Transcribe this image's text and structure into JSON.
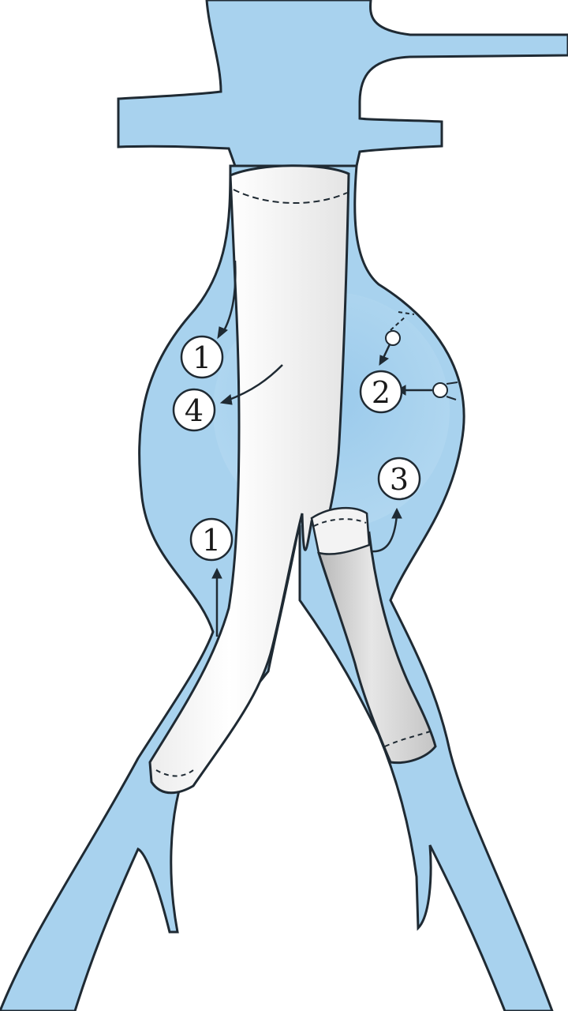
{
  "colors": {
    "vessel": "#a8d2ee",
    "vessel_dark": "#7fb8e3",
    "outline": "#1f2a33",
    "graft": "#f7f7f7",
    "graft_shadow": "#dcdcdc",
    "limb": "#cfcfcf",
    "background": "#ffffff"
  },
  "labels": [
    {
      "id": "label-1-upper",
      "text": "1"
    },
    {
      "id": "label-4",
      "text": "4"
    },
    {
      "id": "label-2",
      "text": "2"
    },
    {
      "id": "label-3",
      "text": "3"
    },
    {
      "id": "label-1-lower",
      "text": "1"
    }
  ]
}
